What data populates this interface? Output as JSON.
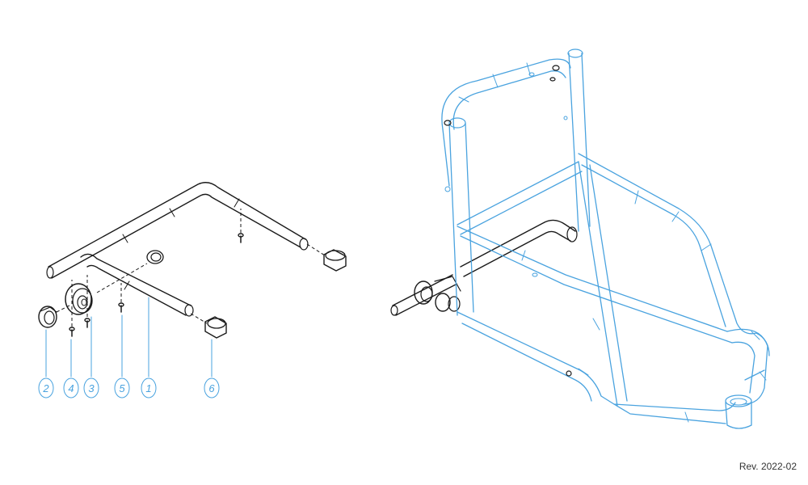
{
  "revision": "Rev. 2022-02",
  "colors": {
    "line": "#1a1a1a",
    "accent": "#4aa3df"
  },
  "callouts": [
    {
      "id": "c2",
      "label": "2"
    },
    {
      "id": "c4",
      "label": "4"
    },
    {
      "id": "c3",
      "label": "3"
    },
    {
      "id": "c5",
      "label": "5"
    },
    {
      "id": "c1",
      "label": "1"
    },
    {
      "id": "c6",
      "label": "6"
    }
  ]
}
